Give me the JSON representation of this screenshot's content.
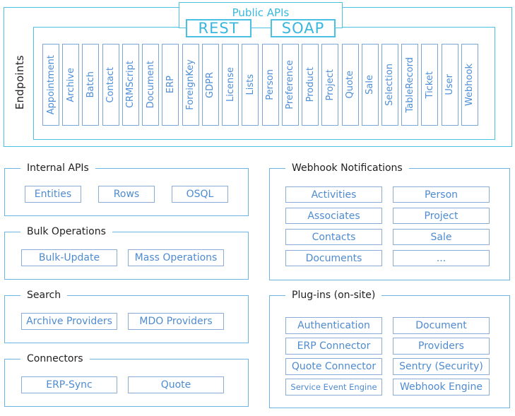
{
  "top": {
    "public_apis_label": "Public APIs",
    "rest_label": "REST",
    "soap_label": "SOAP",
    "endpoints_label": "Endpoints",
    "endpoints": [
      "Appointment",
      "Archive",
      "Batch",
      "Contact",
      "CRMScript",
      "Document",
      "ERP",
      "ForeignKey",
      "GDPR",
      "License",
      "Lists",
      "Person",
      "Preference",
      "Product",
      "Project",
      "Quote",
      "Sale",
      "Selection",
      "TableRecord",
      "Ticket",
      "User",
      "Webhook"
    ]
  },
  "sections": {
    "left": [
      {
        "title": "Internal APIs",
        "buttons": [
          "Entities",
          "Rows",
          "OSQL"
        ]
      },
      {
        "title": "Bulk Operations",
        "buttons": [
          "Bulk-Update",
          "Mass Operations"
        ]
      },
      {
        "title": "Search",
        "buttons": [
          "Archive Providers",
          "MDO Providers"
        ]
      },
      {
        "title": "Connectors",
        "buttons": [
          "ERP-Sync",
          "Quote"
        ]
      }
    ],
    "right": [
      {
        "title": "Webhook Notifications",
        "buttons": [
          "Activities",
          "Person",
          "Associates",
          "Project",
          "Contacts",
          "Sale",
          "Documents",
          "..."
        ]
      },
      {
        "title": "Plug-ins (on-site)",
        "buttons": [
          "Authentication",
          "Document",
          "ERP Connector",
          "Providers",
          "Quote Connector",
          "Sentry (Security)",
          "Service Event Engine",
          "Webhook Engine"
        ]
      }
    ]
  },
  "colors": {
    "cyan-text": "#3ab7dd",
    "cyan-border": "#4cc0e2",
    "section-border": "#6db5e1",
    "btn-border": "#8cacd8",
    "btn-text": "#4e8bd0",
    "ep-border": "#7aa7d8",
    "ep-text": "#4e8ed6",
    "dark-text": "#212121"
  }
}
